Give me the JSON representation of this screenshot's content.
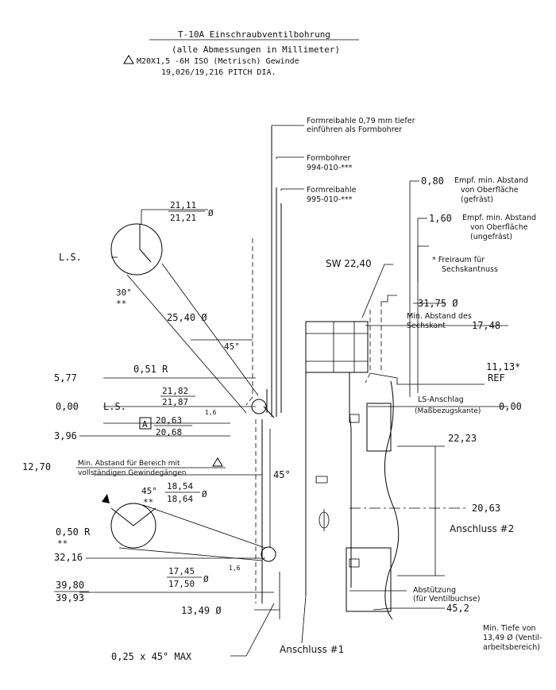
{
  "header": {
    "title": "T-10A Einschraubventilbohrung",
    "subtitle": "(alle Abmessungen in Millimeter)",
    "thread_spec": "M20X1,5 -6H ISO (Metrisch) Gewinde",
    "pitch_dia": "19,026/19,216 PITCH DIA."
  },
  "left_labels": {
    "ls_top": "L.S.",
    "dia_21_11": "21,11",
    "dia_21_21": "21,21",
    "dia_sym": "Ø",
    "angle_30": "30°",
    "stars": "**",
    "dia_25_40": "25,40 Ø",
    "angle_45_top": "45°",
    "dim_5_77": "5,77",
    "r_0_51": "0,51 R",
    "dim_0_00": "0,00",
    "ls_mid": "L.S.",
    "dia_21_82": "21,82",
    "dia_21_87": "21,87",
    "box_a": "A",
    "dia_20_63": "20,63",
    "dia_20_68": "20,68",
    "surface_1_6": "1,6",
    "dim_3_96": "3,96",
    "dim_12_70": "12,70",
    "min_dist_1": "Min. Abstand für Bereich mit",
    "min_dist_2": "vollständigen Gewindegängen",
    "angle_45_mid": "45°",
    "angle_45_small": "45°",
    "dia_18_54": "18,54",
    "dia_18_64": "18,64",
    "r_0_50": "0,50 R",
    "stars_2": "**",
    "dim_32_16": "32,16",
    "dia_17_45": "17,45",
    "dia_17_50": "17,50",
    "surface_1_6b": "1,6",
    "dim_39_80": "39,80",
    "dim_39_93": "39,93",
    "dia_13_49": "13,49 Ø",
    "chamfer": "0,25 x 45° MAX",
    "port_1": "Anschluss #1"
  },
  "right_labels": {
    "formreibahle_note_1": "Formreibahle 0,79 mm tiefer",
    "formreibahle_note_2": "einführen als Formbohrer",
    "formbohrer": "Formbohrer",
    "formbohrer_pn": "994-010-***",
    "formreibahle": "Formreibahle",
    "formreibahle_pn": "995-010-***",
    "dim_0_80": "0,80",
    "empf_1a": "Empf. min. Abstand",
    "empf_1b": "von Oberfläche",
    "empf_1c": "(gefräst)",
    "dim_1_60": "1,60",
    "empf_2a": "Empf. min. Abstand",
    "empf_2b": "von Oberfläche",
    "empf_2c": "(ungefräst)",
    "freiraum_1": "* Freiraum für",
    "freiraum_2": "Sechskantnuss",
    "sw": "SW 22,40",
    "dia_31_75": "31,75 Ø",
    "min_hex_1": "Min. Abstand des",
    "min_hex_2": "Sechskant",
    "dim_17_48": "17,48",
    "dim_11_13": "11,13*",
    "ref": "REF",
    "ls_anschlag": "LS-Anschlag",
    "mass_kante": "(Maßbezugskante)",
    "dim_0_00r": "0,00",
    "dim_22_23": "22,23",
    "dim_20_63r": "20,63",
    "port_2": "Anschluss #2",
    "abstuetzung_1": "Abstützung",
    "abstuetzung_2": "(für Ventilbuchse)",
    "dim_45_2": "45,2",
    "min_depth_1": "Min. Tiefe von",
    "min_depth_2": "13,49 Ø (Ventil-",
    "min_depth_3": "arbeitsbereich)"
  }
}
